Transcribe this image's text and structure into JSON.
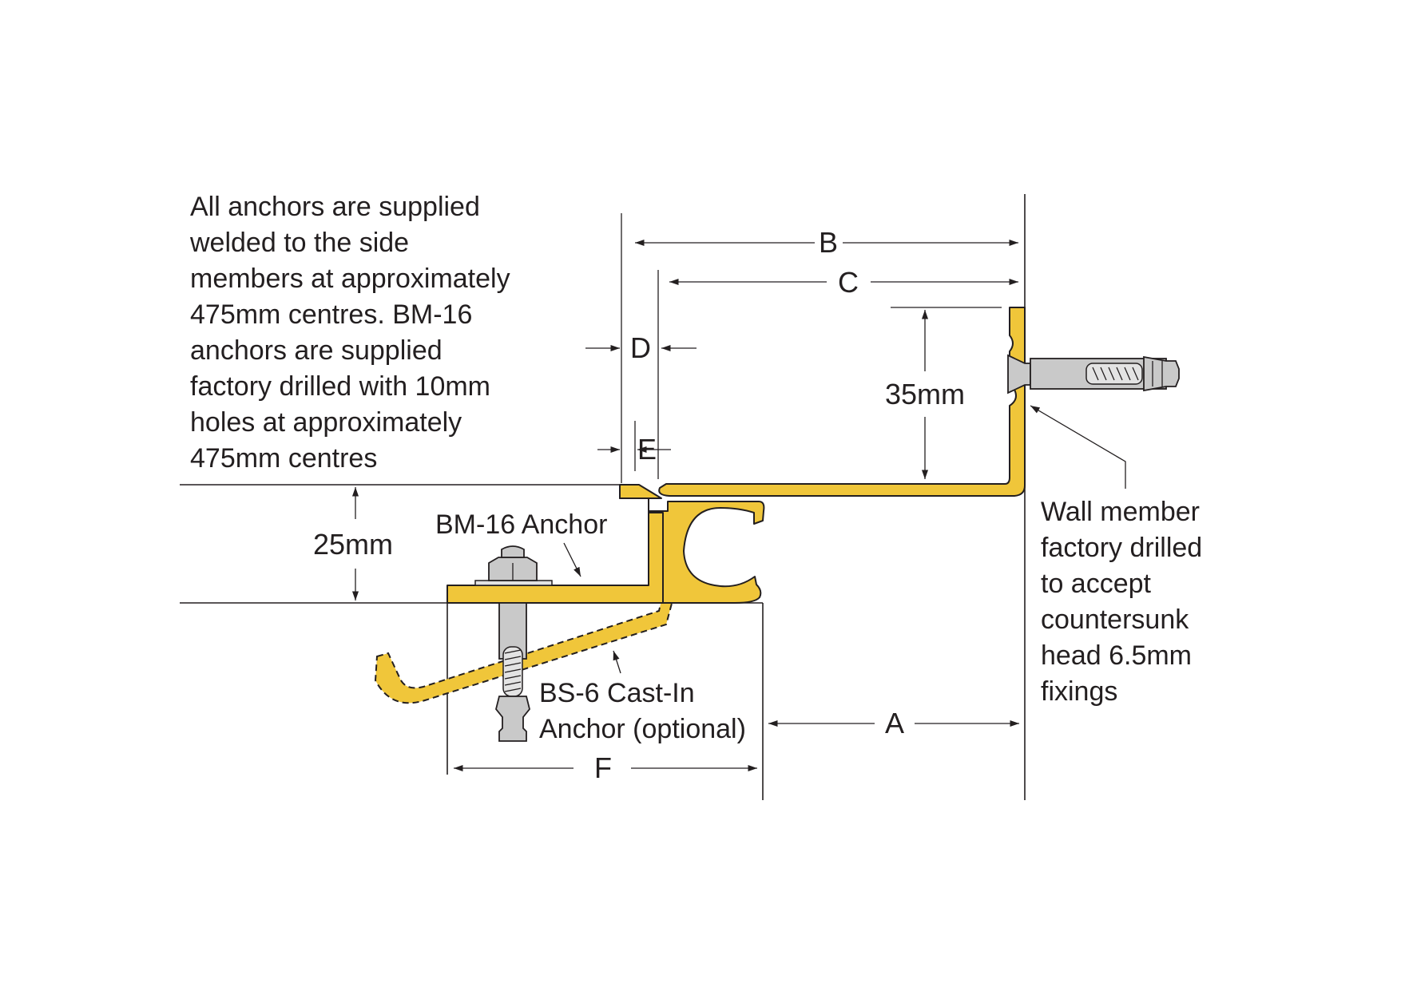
{
  "notes": {
    "anchors_note": [
      "All anchors are supplied",
      "welded to the side",
      "members at approximately",
      "475mm centres. BM-16",
      "anchors are supplied",
      "factory drilled with 10mm",
      "holes at approximately",
      "475mm centres"
    ],
    "wall_member_note": [
      "Wall member",
      "factory drilled",
      "to accept",
      "countersunk",
      "head 6.5mm",
      "fixings"
    ]
  },
  "dimensions": {
    "A": "A",
    "B": "B",
    "C": "C",
    "D": "D",
    "E": "E",
    "F": "F",
    "height_35": "35mm",
    "height_25": "25mm"
  },
  "callouts": {
    "bm16": "BM-16 Anchor",
    "bs6_line1": "BS-6 Cast-In",
    "bs6_line2": "Anchor (optional)"
  },
  "colors": {
    "profile": "#f0c63a",
    "steel": "#c9c9c9",
    "ink": "#231f20"
  }
}
